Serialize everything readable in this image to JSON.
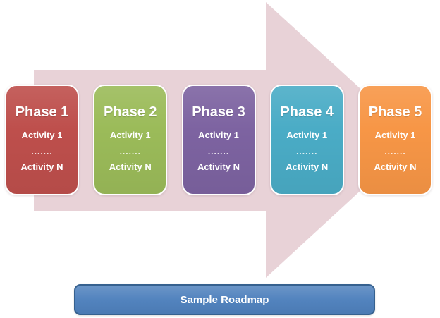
{
  "diagram": {
    "arrow_color": "#E8D2D7",
    "phases": [
      {
        "title": "Phase 1",
        "color": "#BE4F4C",
        "activities": [
          "Activity 1",
          ".......",
          "Activity N"
        ]
      },
      {
        "title": "Phase 2",
        "color": "#9BBB59",
        "activities": [
          "Activity 1",
          ".......",
          "Activity N"
        ]
      },
      {
        "title": "Phase 3",
        "color": "#7D63A1",
        "activities": [
          "Activity 1",
          ".......",
          "Activity N"
        ]
      },
      {
        "title": "Phase 4",
        "color": "#4AACC6",
        "activities": [
          "Activity 1",
          ".......",
          "Activity N"
        ]
      },
      {
        "title": "Phase 5",
        "color": "#F79646",
        "activities": [
          "Activity 1",
          ".......",
          "Activity N"
        ]
      }
    ],
    "banner": {
      "label": "Sample Roadmap",
      "fill": "#4F81BD",
      "border": "#36618F"
    }
  }
}
